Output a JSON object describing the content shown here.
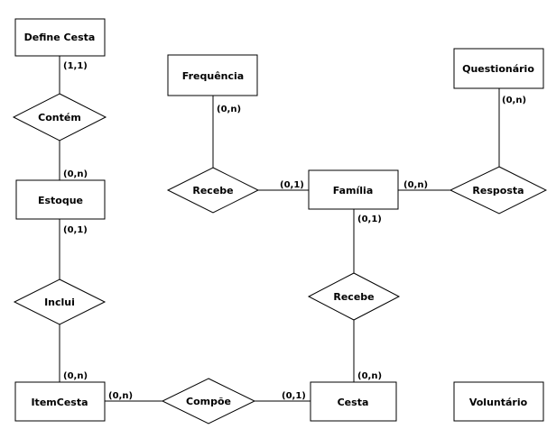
{
  "entities": {
    "define_cesta": "Define Cesta",
    "frequencia": "Frequência",
    "questionario": "Questionário",
    "estoque": "Estoque",
    "familia": "Família",
    "itemcesta": "ItemCesta",
    "cesta": "Cesta",
    "voluntario": "Voluntário"
  },
  "relationships": {
    "contem": "Contém",
    "recebe_freq": "Recebe",
    "resposta": "Resposta",
    "inclui": "Inclui",
    "recebe_cesta": "Recebe",
    "compoe": "Compõe"
  },
  "cardinalities": {
    "define_cesta_contem": "(1,1)",
    "estoque_contem": "(0,n)",
    "estoque_inclui": "(0,1)",
    "itemcesta_inclui": "(0,n)",
    "itemcesta_compoe": "(0,n)",
    "cesta_compoe": "(0,1)",
    "cesta_recebe": "(0,n)",
    "familia_recebe_cesta": "(0,1)",
    "familia_recebe_freq": "(0,1)",
    "frequencia_recebe": "(0,n)",
    "familia_resposta": "(0,n)",
    "questionario_resposta": "(0,n)"
  }
}
